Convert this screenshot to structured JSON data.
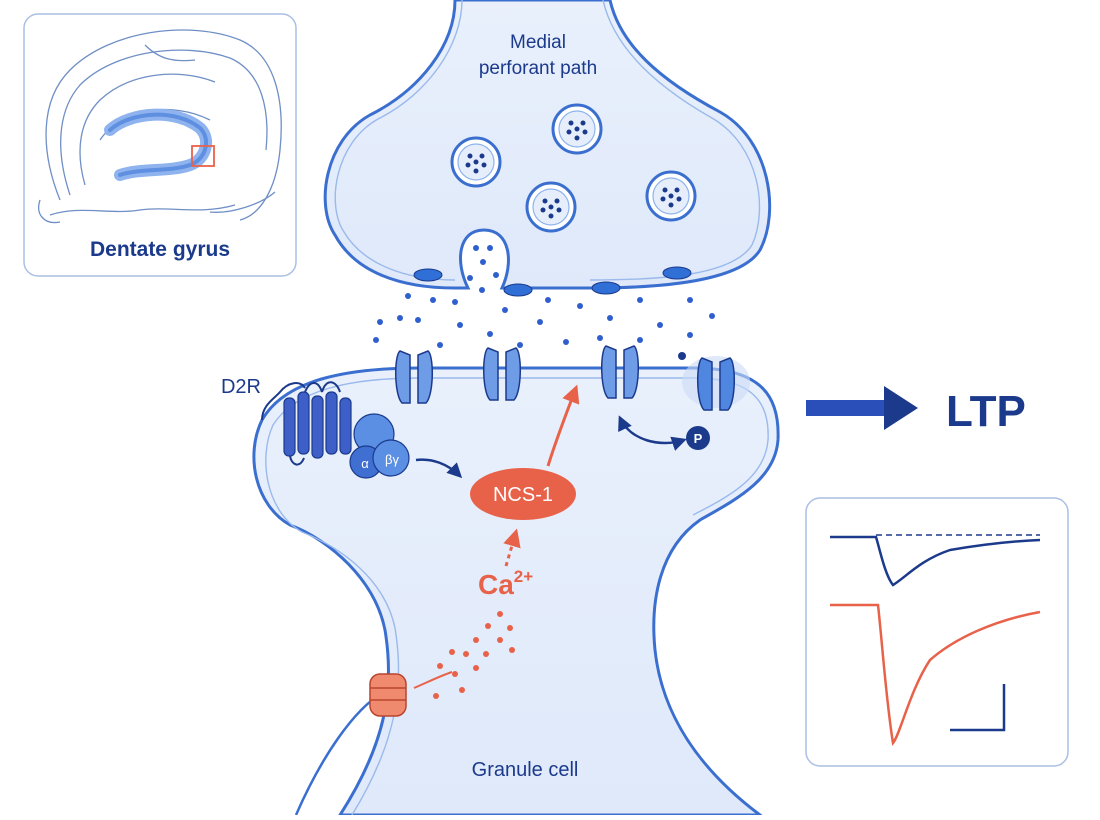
{
  "presynaptic": {
    "line1": "Medial",
    "line2": "perforant path"
  },
  "inset_anatomy": {
    "label": "Dentate gyrus"
  },
  "postsynaptic": {
    "label": "Granule cell"
  },
  "receptor": {
    "label": "D2R"
  },
  "g_protein": {
    "alpha": "α",
    "betagamma": "βγ"
  },
  "ncs1": {
    "label": "NCS-1"
  },
  "calcium": {
    "base": "Ca",
    "charge": "2+"
  },
  "phospho": {
    "label": "P"
  },
  "outcome": {
    "label": "LTP"
  },
  "colors": {
    "navy": "#1b3a8c",
    "blue": "#2f6fd6",
    "membrane": "#3b6fcf",
    "cell_fill": "#e6eefb",
    "salmon": "#e8624a",
    "light_blue": "#8fb3ee"
  }
}
